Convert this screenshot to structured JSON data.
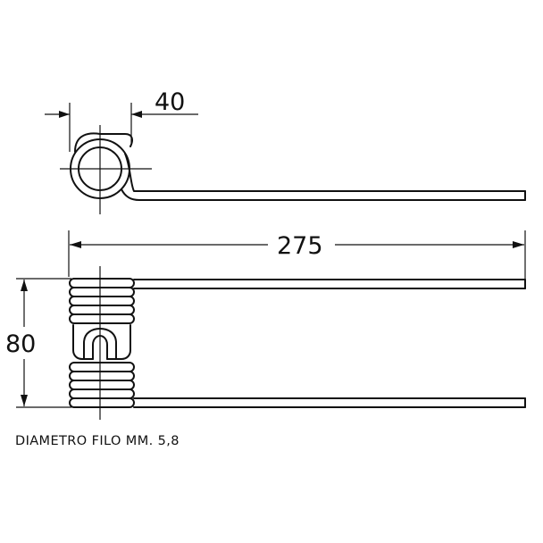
{
  "dimensions": {
    "coil_width": "40",
    "overall_length": "275",
    "coil_height": "80"
  },
  "note": "DIAMETRO FILO MM. 5,8"
}
